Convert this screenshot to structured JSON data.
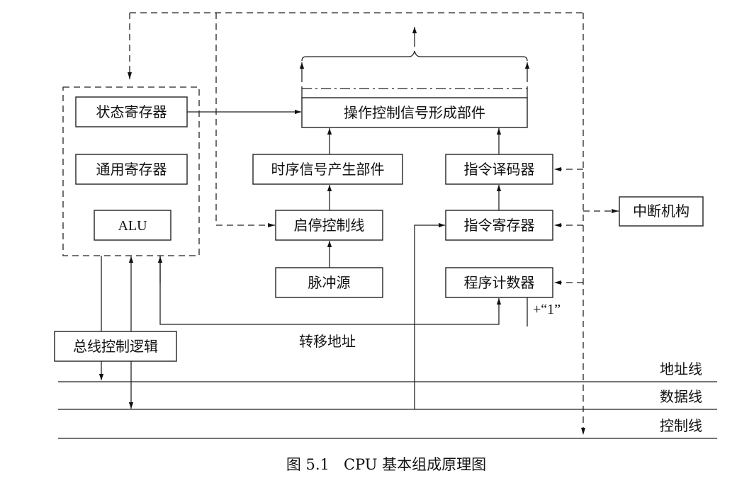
{
  "figure": {
    "caption": "图 5.1   CPU 基本组成原理图"
  },
  "blocks": {
    "status_register": "状态寄存器",
    "general_register": "通用寄存器",
    "alu": "ALU",
    "op_control_signal": "操作控制信号形成部件",
    "timing_signal": "时序信号产生部件",
    "instruction_decoder": "指令译码器",
    "start_stop_control": "启停控制线",
    "instruction_register": "指令寄存器",
    "interrupt_mechanism": "中断机构",
    "pulse_source": "脉冲源",
    "program_counter": "程序计数器",
    "bus_control_logic": "总线控制逻辑"
  },
  "labels": {
    "plus_one": "+“1”",
    "jump_address": "转移地址"
  },
  "buses": {
    "address_line": "地址线",
    "data_line": "数据线",
    "control_line": "控制线"
  }
}
